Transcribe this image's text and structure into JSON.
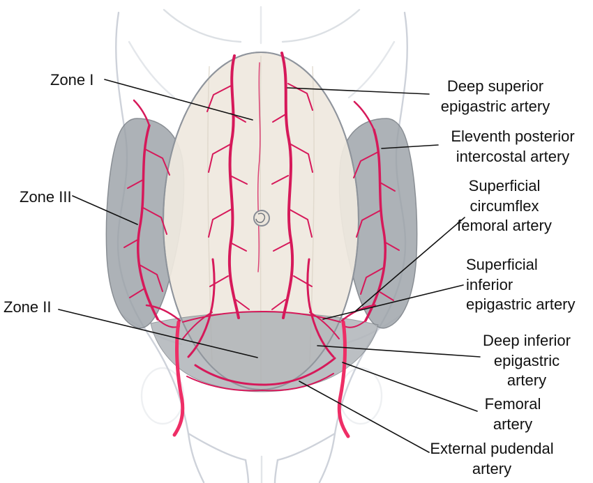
{
  "figure": {
    "type": "anatomical-diagram",
    "subject": "Vascular zones and arteries of the anterior abdominal wall",
    "labels": {
      "zone1": "Zone I",
      "zone3": "Zone III",
      "zone2": "Zone II",
      "deep_superior": "Deep superior\nepigastric artery",
      "eleventh": "Eleventh posterior\nintercostal artery",
      "superficial_circumflex": "Superficial\ncircumflex\nfemoral artery",
      "superficial_inferior": "Superficial\ninferior\nepigastric artery",
      "deep_inferior": "Deep inferior\nepigastric\nartery",
      "femoral": "Femoral\nartery",
      "external_pudendal": "External pudendal\nartery"
    },
    "colors": {
      "artery_main": "#d6195a",
      "artery_bright": "#ee2e66",
      "zone_lateral_gray": "#9ca2a8",
      "zone_lower_gray": "#a9aeb3",
      "rectus_ellipse_fill": "#efe9df",
      "body_outline": "#c9ced6",
      "leader_line": "#111111"
    }
  }
}
